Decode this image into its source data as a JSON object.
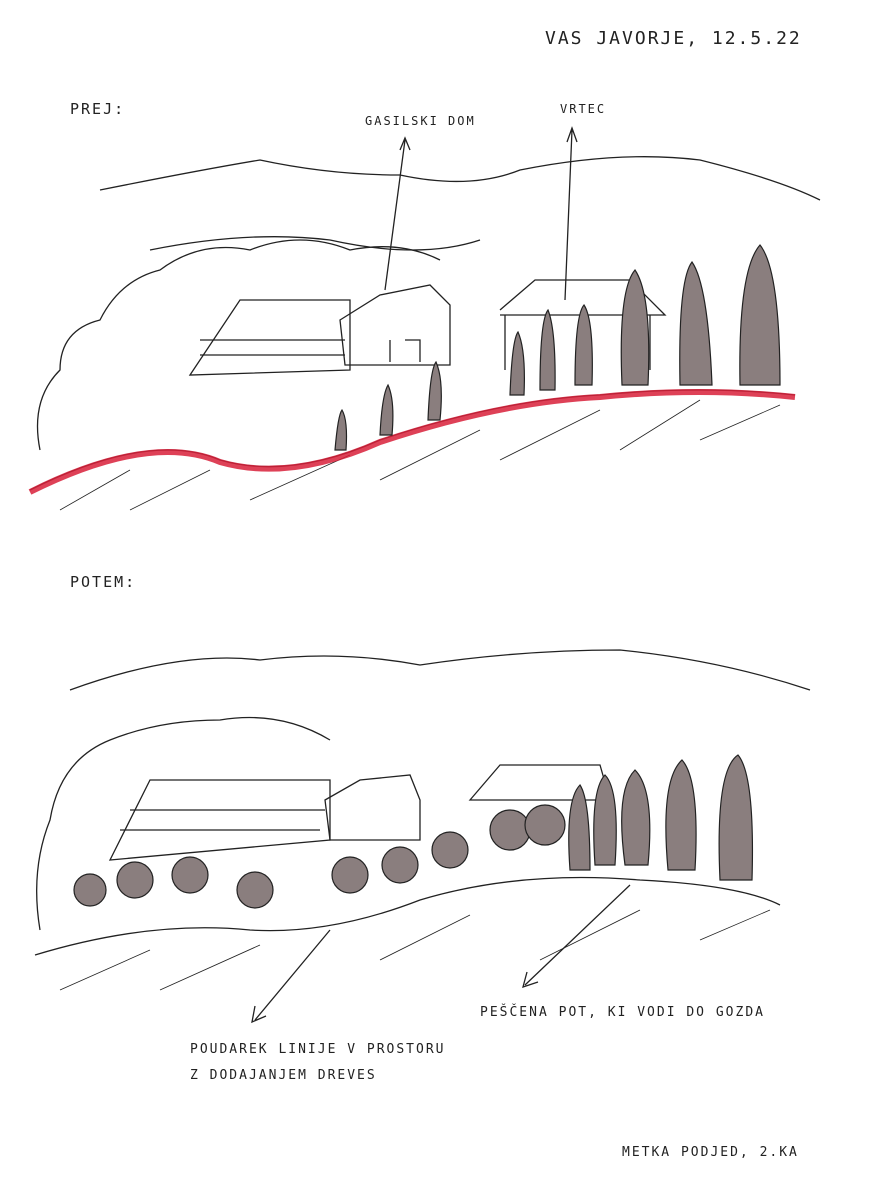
{
  "header": {
    "title": "VAS JAVORJE, 12.5.22"
  },
  "before": {
    "label": "PREJ:",
    "annotations": [
      "GASILSKI DOM",
      "VRTEC"
    ],
    "highlight_color": "#d8203a"
  },
  "after": {
    "label": "POTEM:",
    "annotations": [
      "PEŠČENA POT, KI VODI DO GOZDA",
      "POUDAREK LINIJE V PROSTORU",
      "Z DODAJANJEM DREVES"
    ]
  },
  "footer": {
    "author": "METKA PODJED, 2.KA"
  },
  "colors": {
    "ink": "#222222",
    "shade": "#8a7e7e"
  }
}
